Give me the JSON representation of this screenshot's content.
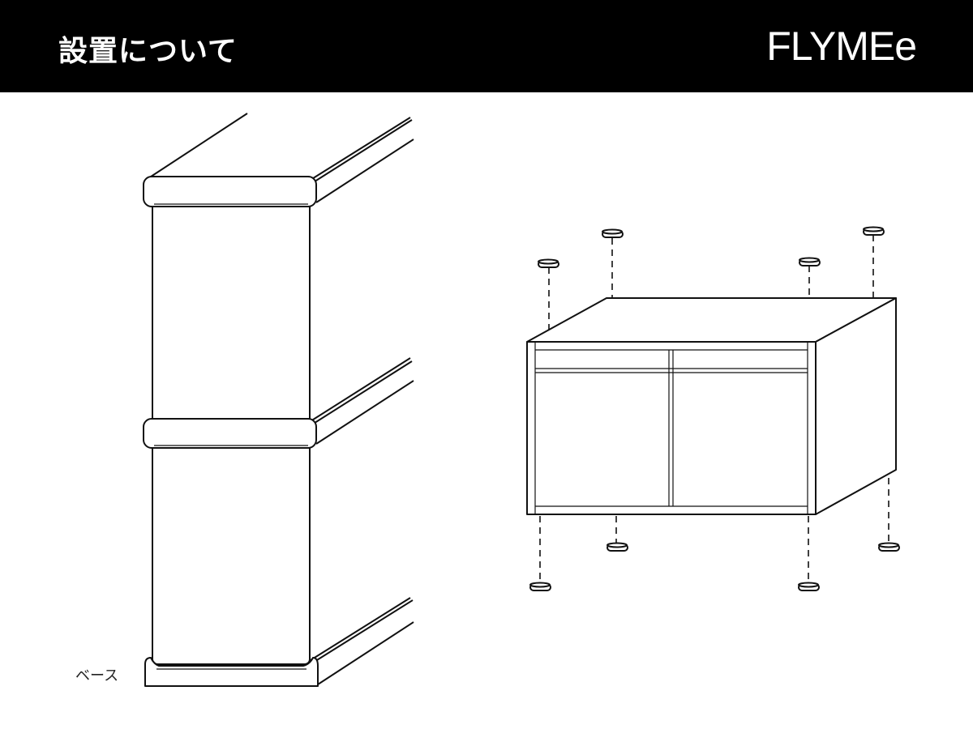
{
  "header": {
    "title": "設置について",
    "logo": "FLYMEe",
    "background": "#000000"
  },
  "diagram": {
    "base_label": "ベース"
  }
}
